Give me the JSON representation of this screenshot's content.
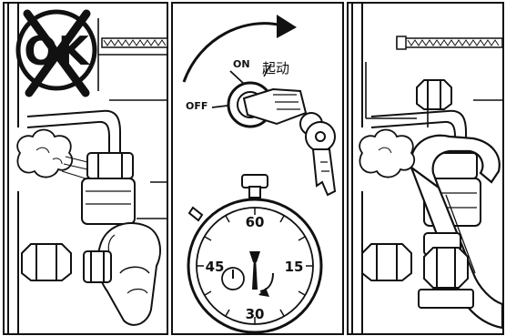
{
  "left_panel": {
    "ok_symbol_text": "OK"
  },
  "middle_panel": {
    "switch_on_label": "ON",
    "switch_off_label": "OFF",
    "start_label": "起动",
    "stopwatch": {
      "top_label": "60",
      "right_label": "15",
      "bottom_label": "30",
      "left_label": "45"
    }
  },
  "colors": {
    "ink": "#111111",
    "paper": "#ffffff"
  }
}
